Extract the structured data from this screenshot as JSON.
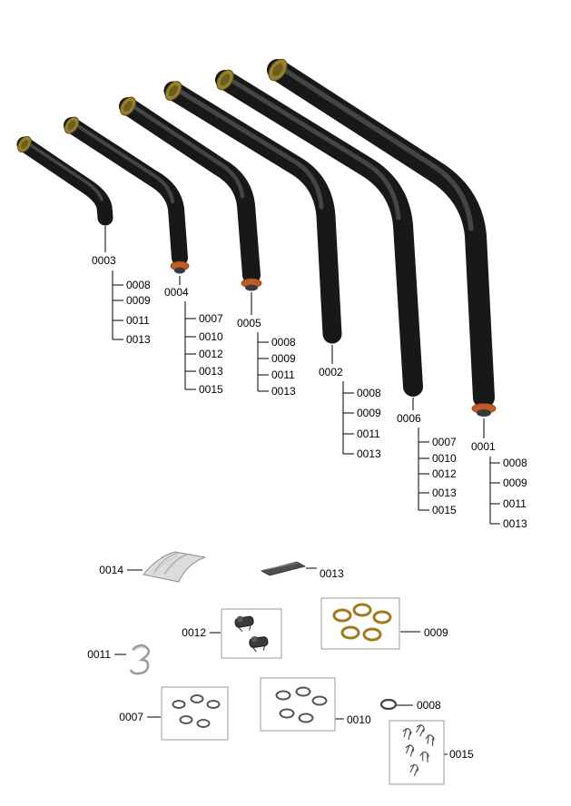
{
  "pipes": [
    {
      "label": "0003",
      "parts": [
        "0008",
        "0009",
        "0011",
        "0013"
      ]
    },
    {
      "label": "0004",
      "parts": [
        "0007",
        "0010",
        "0012",
        "0013",
        "0015"
      ]
    },
    {
      "label": "0005",
      "parts": [
        "0008",
        "0009",
        "0011",
        "0013"
      ]
    },
    {
      "label": "0002",
      "parts": [
        "0008",
        "0009",
        "0011",
        "0013"
      ]
    },
    {
      "label": "0006",
      "parts": [
        "0007",
        "0010",
        "0012",
        "0013",
        "0015"
      ]
    },
    {
      "label": "0001",
      "parts": [
        "0008",
        "0009",
        "0011",
        "0013"
      ]
    }
  ],
  "hardware": [
    {
      "label": "0014",
      "icon": "corrugated-gasket-plate"
    },
    {
      "label": "0013",
      "icon": "flat-strip"
    },
    {
      "label": "0012",
      "icon": "pipe-clamp-pair"
    },
    {
      "label": "0009",
      "icon": "brass-o-ring-set"
    },
    {
      "label": "0011",
      "icon": "spring-clip"
    },
    {
      "label": "0007",
      "icon": "o-ring-set-small"
    },
    {
      "label": "0010",
      "icon": "o-ring-set-medium"
    },
    {
      "label": "0008",
      "icon": "o-ring-single"
    },
    {
      "label": "0015",
      "icon": "retaining-clip-set"
    }
  ],
  "colors": {
    "pipe_body": "#181818",
    "pipe_highlight": "#4d4d4d",
    "brass_tip": "#96822c",
    "orange_ring": "#c05a28",
    "brass_ring": "#a2791f",
    "callout_line": "#000000",
    "background": "#ffffff"
  }
}
